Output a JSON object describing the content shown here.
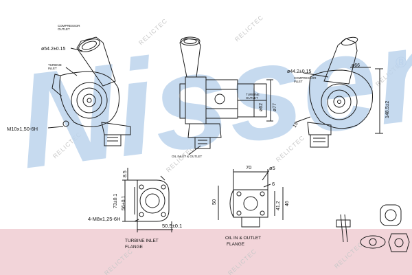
{
  "brand": {
    "logo_text": "Nissens",
    "registered_mark": "®"
  },
  "watermark": {
    "text": "RELICTEC"
  },
  "colors": {
    "logo_fill": "#bcd3ec",
    "line": "#1a1a1a",
    "footer_band": "#f2d4d9",
    "watermark": "#c9c9c9"
  },
  "views": {
    "left": {
      "compressor_outlet_label": [
        "COMPRESSOR",
        "OUTLET"
      ],
      "compressor_outlet_dim": "ø54.2±0.15",
      "turbine_inlet_label": [
        "TURBINE",
        "INLET"
      ],
      "thread_spec": "M10x1,50-6H"
    },
    "middle": {
      "turbine_outlet_label": [
        "TURBINE",
        "OUTLET"
      ],
      "dim_1": "ø62",
      "dim_2": "ø77",
      "oil_label": "OIL INLET & OUTLET"
    },
    "right": {
      "compressor_inlet_dim": "ø44.2±0.15",
      "compressor_inlet_label": [
        "COMPRESSOR",
        "INLET"
      ],
      "diameter": "ø66",
      "height": "148.5±2",
      "small_dim": "15"
    },
    "turbine_flange": {
      "dim_top": "8.5",
      "dim_a": "73±0.1",
      "dim_b": "56±0.1",
      "thread": "4-M8x1,25-6H",
      "dim_width": "50.5±0.1",
      "caption": [
        "TURBINE INLET",
        "FLANGE"
      ]
    },
    "oil_flange": {
      "dim_width": "70",
      "hole": "ø5",
      "dim_6": "6",
      "dim_height": "50",
      "dim_a": "41.2",
      "dim_b": "46",
      "caption": [
        "OIL IN & OUTLET",
        "FLANGE"
      ]
    }
  }
}
